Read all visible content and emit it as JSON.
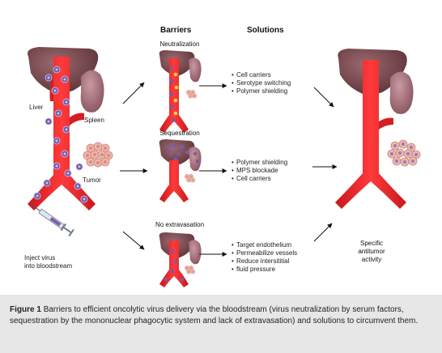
{
  "headers": {
    "barriers": "Barriers",
    "solutions": "Solutions"
  },
  "left_labels": {
    "liver": "Liver",
    "spleen": "Spleen",
    "tumor": "Tumor",
    "inject_line1": "Inject virus",
    "inject_line2": "into bloodstream"
  },
  "barriers": [
    {
      "name": "Neutralization"
    },
    {
      "name": "Sequestration"
    },
    {
      "name": "No extravasation"
    }
  ],
  "solutions": [
    [
      "Cell carriers",
      "Serotype switching",
      "Polymer shielding"
    ],
    [
      "Polymer shielding",
      "MPS blockade",
      "Cell carriers"
    ],
    [
      "Target endothelium",
      "Permeabilize vessels",
      "Reduce intersititial",
      "fluid pressure"
    ]
  ],
  "outcome": {
    "line1": "Specific",
    "line2": "antitumor",
    "line3": "activity"
  },
  "caption": {
    "label": "Figure 1",
    "text": "Barriers to efficient oncolytic virus delivery via the bloodstream (virus neutralization by serum factors, sequestration by the mononuclear phagocytic system and lack of extravasation) and solutions to circumvent them."
  },
  "colors": {
    "vessel": "#e8262b",
    "liver": "#7d4a4f",
    "spleen": "#a9707a",
    "tumor_cell": "#eeb2a6",
    "virus": "#7a5aa8",
    "caption_bg": "#e7e7e7"
  }
}
